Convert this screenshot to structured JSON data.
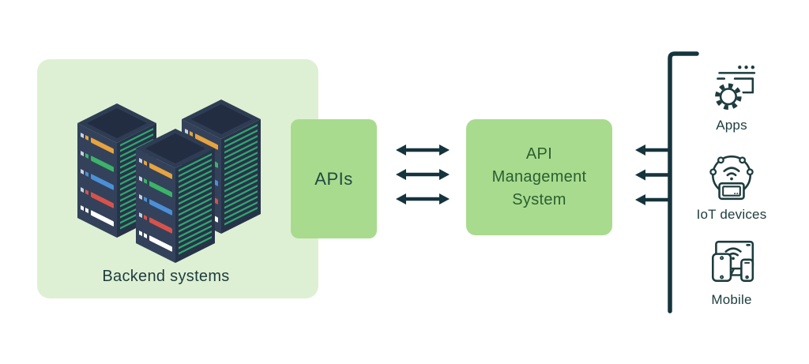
{
  "backend_panel": {
    "label": "Backend systems",
    "illustration": "three-isometric-server-racks"
  },
  "apis_box": {
    "label": "APIs"
  },
  "api_management_box": {
    "label": "API Management System",
    "lines": [
      "API",
      "Management",
      "System"
    ]
  },
  "connections": {
    "apis_to_management": "three double-headed horizontal arrows",
    "clients_to_management": "three left-pointing arrows from vertical bracket"
  },
  "clients": [
    {
      "label": "Apps",
      "icon": "apps-gear-browser-icon"
    },
    {
      "label": "IoT devices",
      "icon": "iot-wifi-ring-icon"
    },
    {
      "label": "Mobile",
      "icon": "mobile-devices-icon"
    }
  ],
  "colors": {
    "background": "#ffffff",
    "panel_green": "#def0d3",
    "box_green": "#a9db8e",
    "ink_teal": "#1d3c3e",
    "arrow_teal": "#16343d",
    "box_text_green": "#2b5e33",
    "apis_text": "#234a41",
    "server_navy": "#2e3d53",
    "server_stripe_green": "#2fa86e",
    "bar_orange": "#e7a33d",
    "bar_green": "#3bb468",
    "bar_blue": "#4a90d8",
    "bar_red": "#d8524a",
    "bar_white": "#ffffff"
  }
}
